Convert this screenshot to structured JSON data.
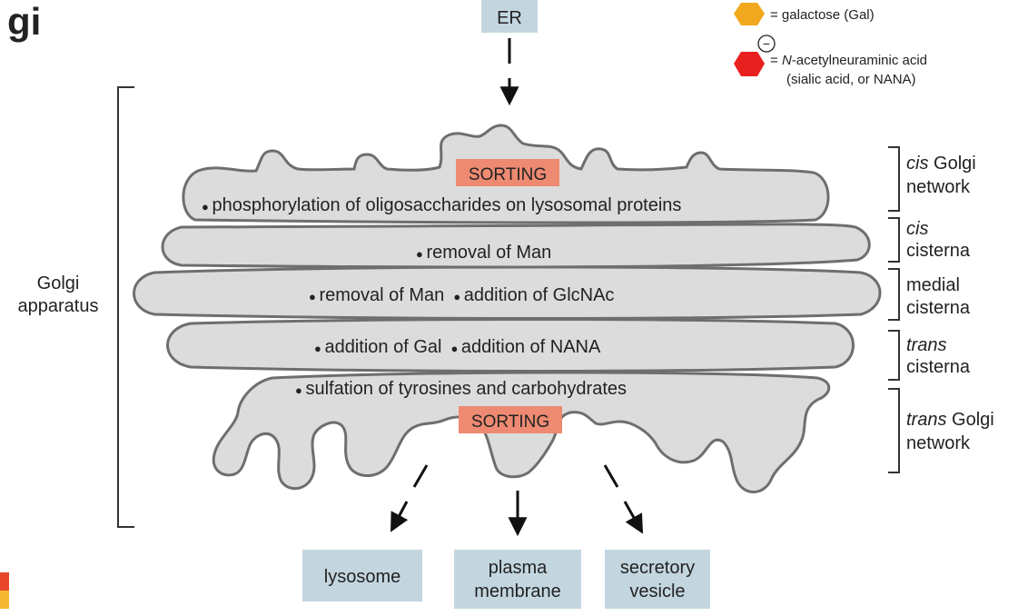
{
  "title_fragment": "gi",
  "source": {
    "label": "ER"
  },
  "legend": {
    "galactose": "= galactose (Gal)",
    "nana_line1_prefix": "= ",
    "nana_line1_italic": "N",
    "nana_line1_rest": "-acetylneuraminic acid",
    "nana_line2": "(sialic acid, or NANA)",
    "charge_symbol": "−",
    "colors": {
      "galactose": "#f2a81d",
      "nana": "#e8201f"
    }
  },
  "left_label": {
    "line1": "Golgi",
    "line2": "apparatus"
  },
  "compartments": [
    {
      "id": "cis-golgi-network",
      "sorting_label": "SORTING",
      "processes": [
        "phosphorylation of oligosaccharides on lysosomal proteins"
      ],
      "label_italic": "cis",
      "label_rest": " Golgi",
      "label_line2": "network"
    },
    {
      "id": "cis-cisterna",
      "processes": [
        "removal of Man"
      ],
      "label_italic": "cis",
      "label_rest": "",
      "label_line2": "cisterna"
    },
    {
      "id": "medial-cisterna",
      "processes": [
        "removal of Man",
        "addition of GlcNAc"
      ],
      "label_italic": "",
      "label_rest": "medial",
      "label_line2": "cisterna"
    },
    {
      "id": "trans-cisterna",
      "processes": [
        "addition of Gal",
        "addition of NANA"
      ],
      "label_italic": "trans",
      "label_rest": "",
      "label_line2": "cisterna"
    },
    {
      "id": "trans-golgi-network",
      "sorting_label": "SORTING",
      "processes": [
        "sulfation of tyrosines and carbohydrates"
      ],
      "label_italic": "trans",
      "label_rest": " Golgi",
      "label_line2": "network"
    }
  ],
  "destinations": [
    {
      "id": "lysosome",
      "line1": "lysosome",
      "line2": ""
    },
    {
      "id": "plasma-membrane",
      "line1": "plasma",
      "line2": "membrane"
    },
    {
      "id": "secretory-vesicle",
      "line1": "secretory",
      "line2": "vesicle"
    }
  ],
  "colors": {
    "cisterna_fill": "#dcdcdc",
    "cisterna_stroke": "#6e6e6e",
    "sorting_box": "#ee8a72",
    "destination_box": "#c3d6e0",
    "accent_bar_top": "#e8462a",
    "accent_bar_bottom": "#f6b731"
  }
}
